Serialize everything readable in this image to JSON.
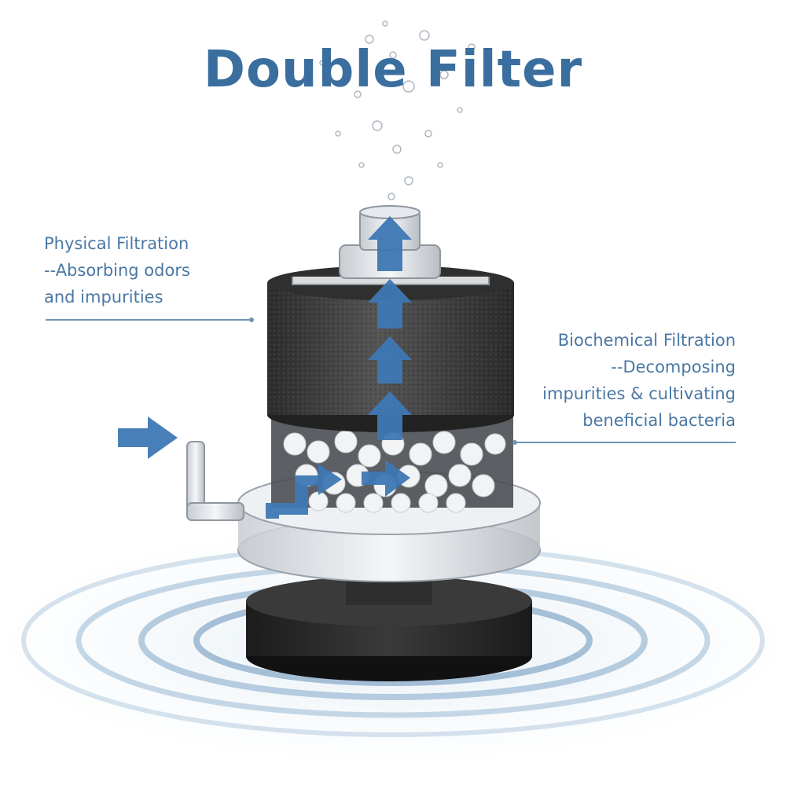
{
  "title": "Double Filter",
  "callouts": {
    "physical": {
      "lines": [
        "Physical Filtration",
        "--Absorbing odors",
        "and impurities"
      ]
    },
    "biochemical": {
      "lines": [
        "Biochemical Filtration",
        "--Decomposing",
        "impurities & cultivating",
        "beneficial bacteria"
      ]
    }
  },
  "colors": {
    "title": "#3a6e9e",
    "text": "#4a78a3",
    "arrow": "#3f78b4",
    "sponge": "#3a3a3a",
    "base": "#2b2b2b",
    "water": "#c9dbe8"
  },
  "icons": [
    "flow-arrow-icon",
    "inlet-arrow-icon"
  ]
}
